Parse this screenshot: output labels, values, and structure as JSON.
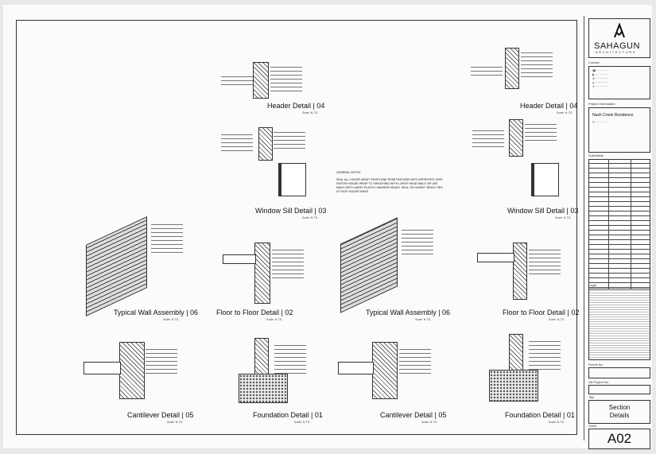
{
  "general_notes": {
    "heading": "General Notes",
    "text": "Seal all house wrap joints and penetrations with approved tape. Fasten house wrap to sheathing with large head nails or use nails with large plastic washer heads. Seal or gasket brick ties at face house wrap."
  },
  "details": [
    {
      "title": "Header Detail | 04",
      "scale": "Scale: N.T.S."
    },
    {
      "title": "Window Sill Detail | 03",
      "scale": "Scale: N.T.S."
    },
    {
      "title": "Typical Wall Assembly | 06",
      "scale": "Scale: N.T.S."
    },
    {
      "title": "Floor to Floor Detail | 02",
      "scale": "Scale: N.T.S."
    },
    {
      "title": "Cantilever Detail | 05",
      "scale": "Scale: N.T.S."
    },
    {
      "title": "Foundation Detail | 01",
      "scale": "Scale: N.T.S."
    }
  ],
  "title_block": {
    "firm": "SAHAGUN",
    "firm_sub": "ARCHITECTURE",
    "contact_label": "Contact",
    "project_info_label": "Project Information",
    "project_name": "Nash Creek Residence",
    "submittals_label": "Submittals",
    "legal_label": "Legal",
    "permit_label": "Permit No.",
    "project_no_label": "SA Project No.",
    "title_label": "Title",
    "sheet_title": "Section Details",
    "sheet_label": "Sheet",
    "sheet_number": "A02"
  }
}
